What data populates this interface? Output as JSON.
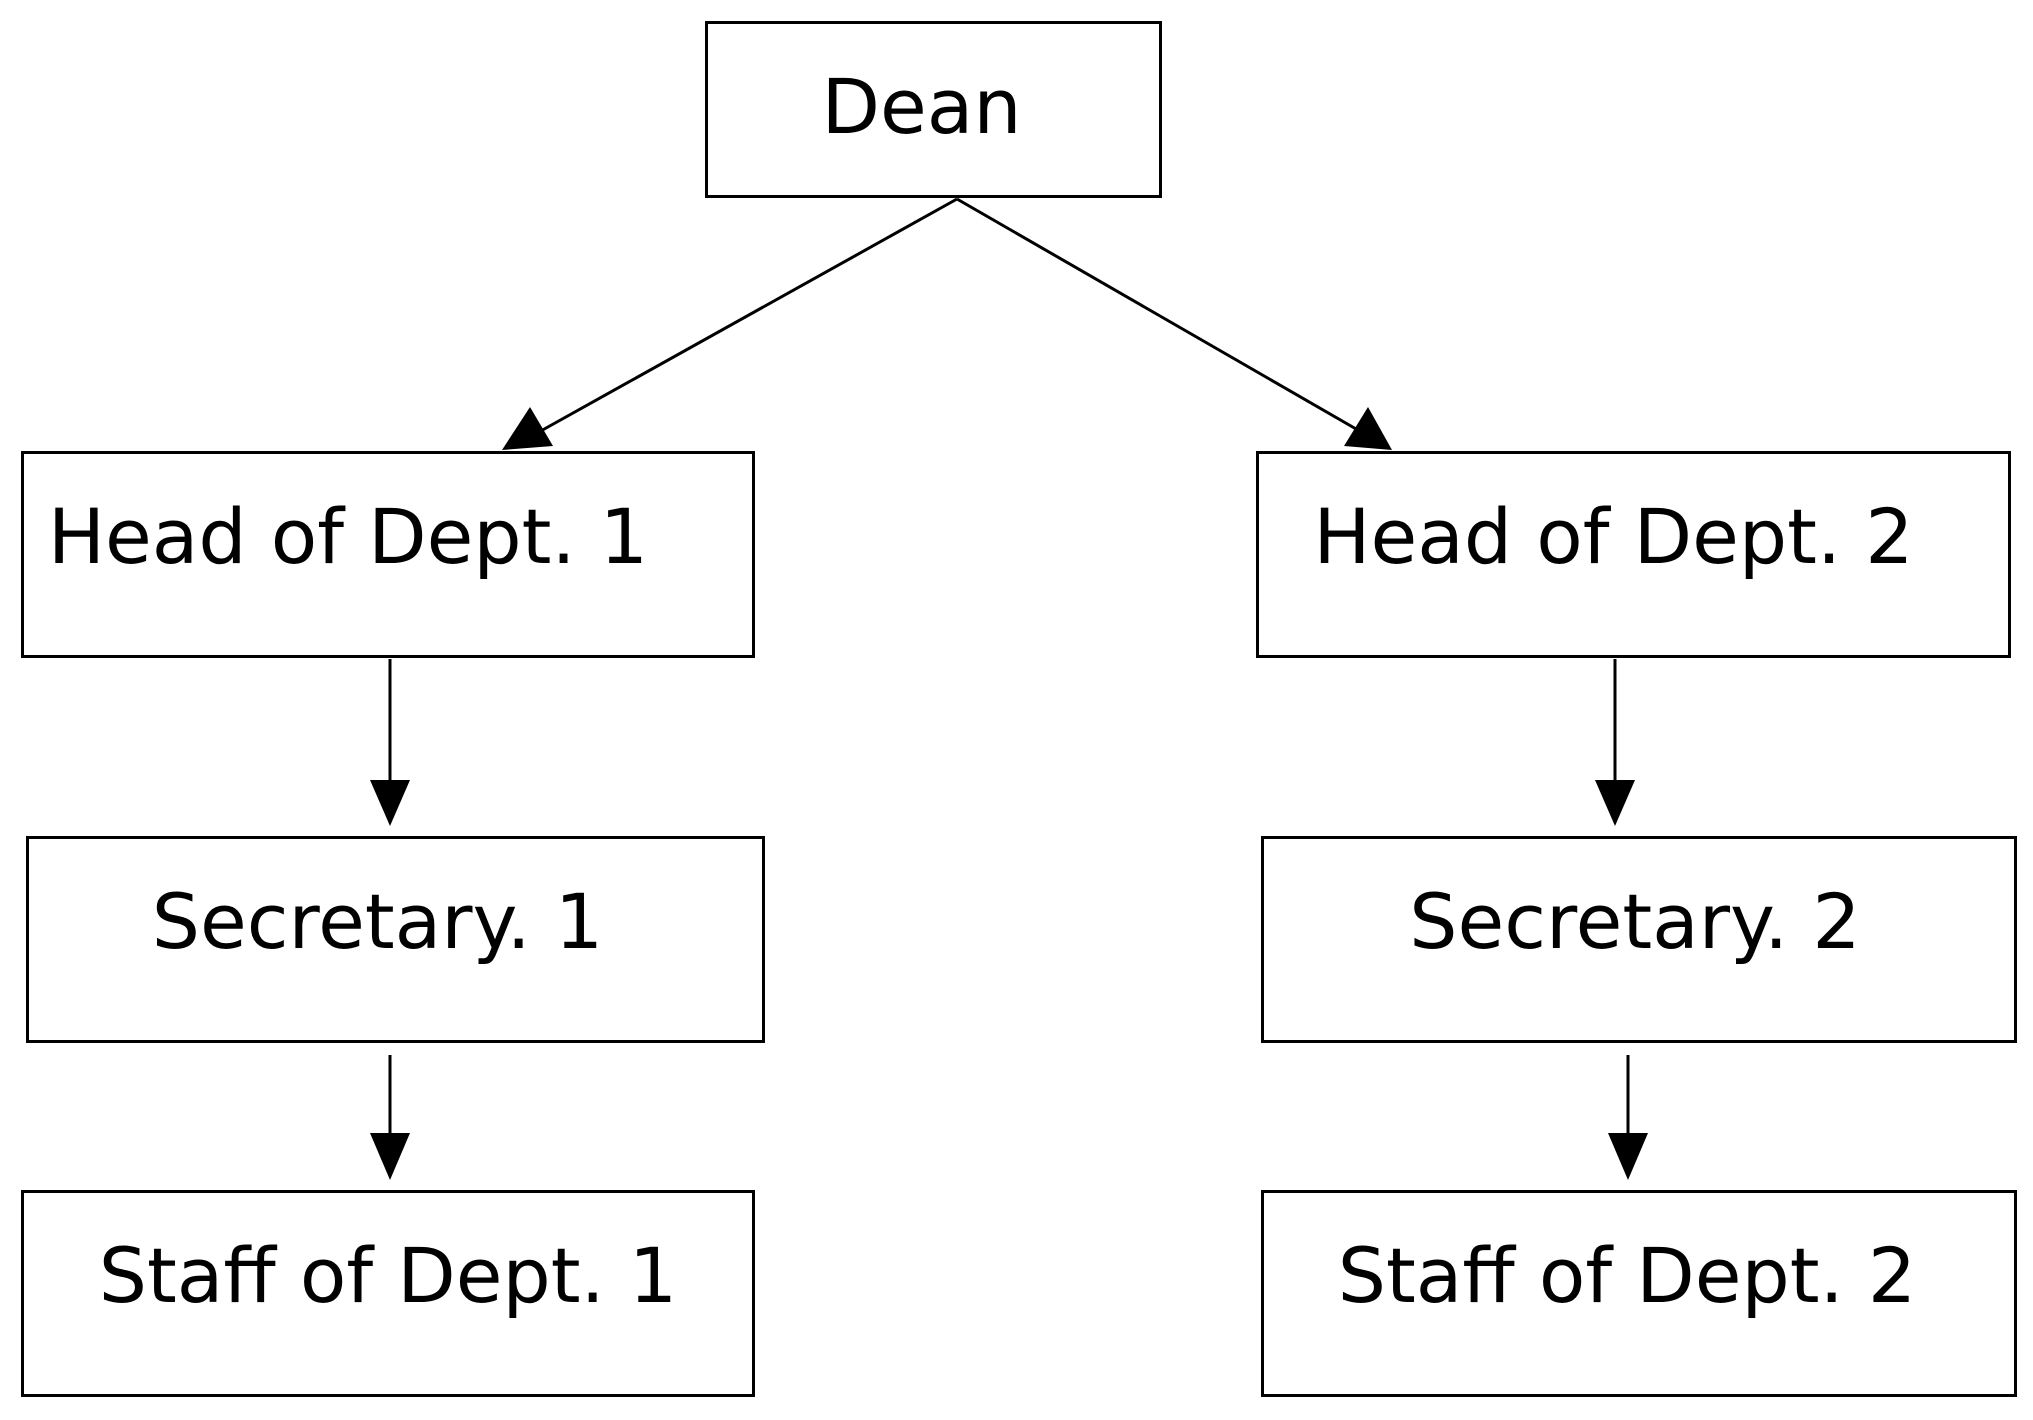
{
  "diagram": {
    "nodes": {
      "dean": "Dean",
      "head1": "Head of Dept. 1",
      "head2": "Head of Dept. 2",
      "secretary1": "Secretary. 1",
      "secretary2": "Secretary. 2",
      "staff1": "Staff of Dept. 1",
      "staff2": "Staff of Dept. 2"
    },
    "edges": [
      {
        "from": "dean",
        "to": "head1"
      },
      {
        "from": "dean",
        "to": "head2"
      },
      {
        "from": "head1",
        "to": "secretary1"
      },
      {
        "from": "head2",
        "to": "secretary2"
      },
      {
        "from": "secretary1",
        "to": "staff1"
      },
      {
        "from": "secretary2",
        "to": "staff2"
      }
    ],
    "colors": {
      "stroke": "#000000",
      "background": "#ffffff"
    }
  }
}
